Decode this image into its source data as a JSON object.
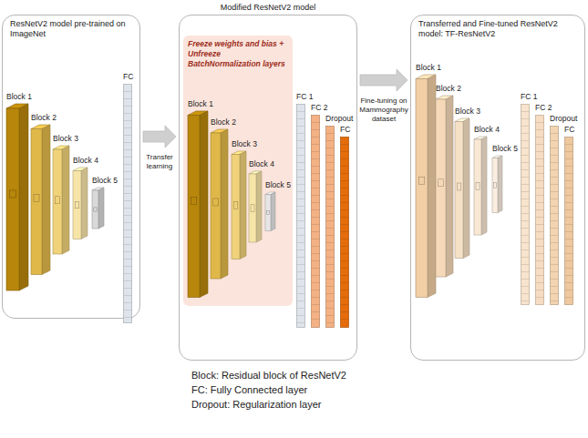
{
  "diagram": {
    "nodes": [
      {
        "text": [
          "ResNetV2 model pre-trained on ImageNet"
        ]
      },
      {
        "text": [
          "Block 1"
        ],
        "in": 0
      },
      {
        "text": [
          "Block 2"
        ],
        "in": 0
      },
      {
        "text": [
          "Block 3"
        ],
        "in": 0
      },
      {
        "text": [
          "Block 4"
        ],
        "in": 0
      },
      {
        "text": [
          "Block 5"
        ],
        "in": 0
      },
      {
        "text": [
          "FC"
        ],
        "in": 0
      },
      {
        "text": [
          "Modified ResNetV2 model"
        ]
      },
      {
        "text": [
          "Freeze weights and bias + Unfreeze BatchNormalization layers"
        ],
        "in": 7
      },
      {
        "text": [
          "Block 1"
        ],
        "in": 8
      },
      {
        "text": [
          "Block 2"
        ],
        "in": 8
      },
      {
        "text": [
          "Block 3"
        ],
        "in": 8
      },
      {
        "text": [
          "Block 4"
        ],
        "in": 8
      },
      {
        "text": [
          "Block 5"
        ],
        "in": 8
      },
      {
        "text": [
          "FC 1"
        ],
        "in": 7
      },
      {
        "text": [
          "FC 2"
        ],
        "in": 7
      },
      {
        "text": [
          "Dropout"
        ],
        "in": 7
      },
      {
        "text": [
          "FC"
        ],
        "in": 7
      },
      {
        "text": [
          "Transferred and Fine-tuned ResNetV2 model: TF-ResNetV2"
        ]
      },
      {
        "text": [
          "Block 1"
        ],
        "in": 18
      },
      {
        "text": [
          "Block 2"
        ],
        "in": 18
      },
      {
        "text": [
          "Block 3"
        ],
        "in": 18
      },
      {
        "text": [
          "Block 4"
        ],
        "in": 18
      },
      {
        "text": [
          "Block 5"
        ],
        "in": 18
      },
      {
        "text": [
          "FC 1"
        ],
        "in": 18
      },
      {
        "text": [
          "FC 2"
        ],
        "in": 18
      },
      {
        "text": [
          "Dropout"
        ],
        "in": 18
      },
      {
        "text": [
          "FC"
        ],
        "in": 18
      }
    ],
    "edges": [
      {
        "from": 0,
        "to": 7,
        "label": "Transfer learning",
        "arrow": "to"
      },
      {
        "from": 7,
        "to": 18,
        "label": "Fine-tuning on Mammography dataset",
        "arrow": "to"
      }
    ],
    "labels": [
      "Block: Residual block of ResNetV2",
      "FC: Fully Connected layer",
      "Dropout: Regularization layer"
    ]
  }
}
